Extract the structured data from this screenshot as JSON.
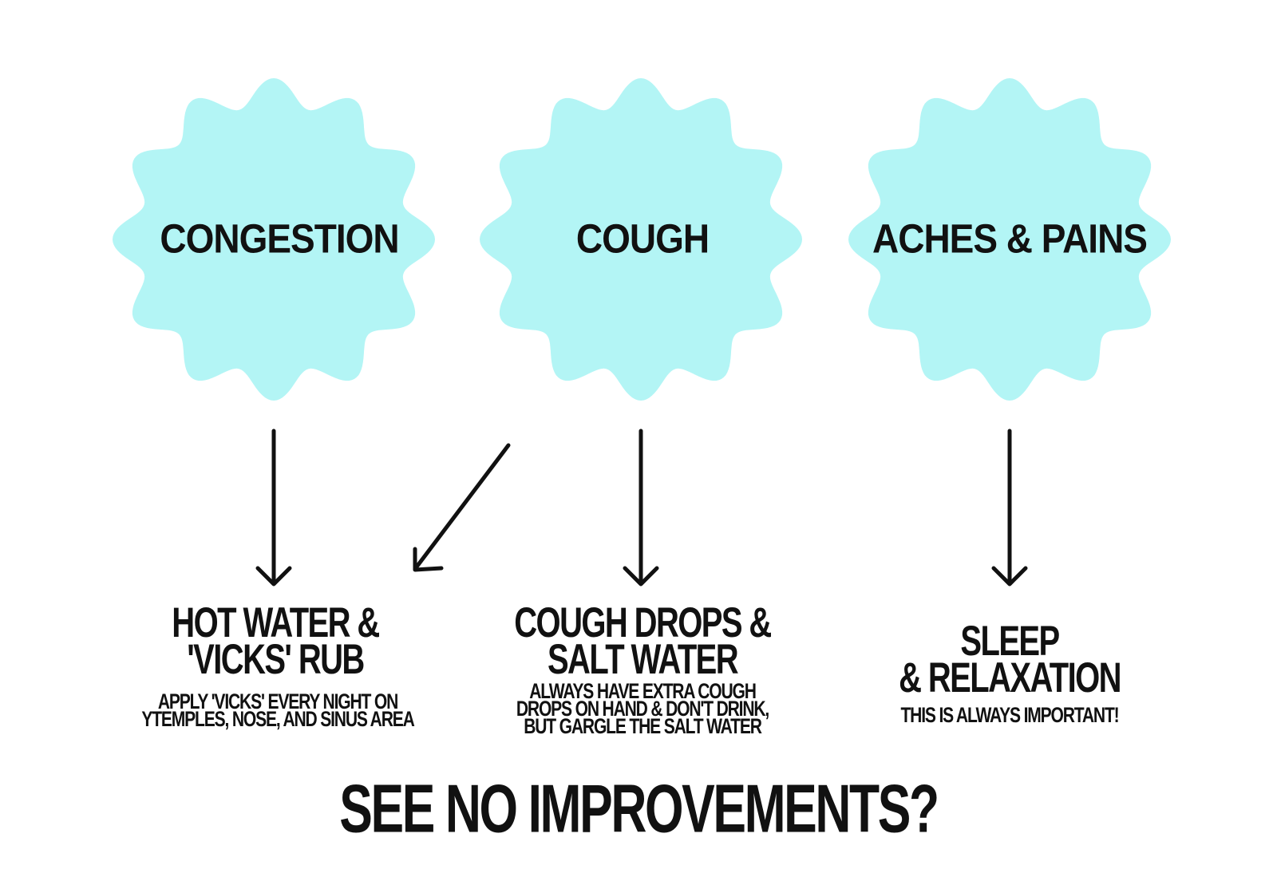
{
  "colors": {
    "blob": "#b3f5f5",
    "ink": "#111111",
    "background": "#ffffff"
  },
  "symptoms": [
    {
      "label": "CONGESTION"
    },
    {
      "label": "COUGH"
    },
    {
      "label": "ACHES & PAINS"
    }
  ],
  "remedies": [
    {
      "title_lines": [
        "HOT WATER &",
        "'VICKS' RUB"
      ],
      "note_lines": [
        "APPLY 'VICKS' EVERY NIGHT ON",
        "YTEMPLES, NOSE, AND SINUS AREA"
      ]
    },
    {
      "title_lines": [
        "COUGH DROPS &",
        "SALT WATER"
      ],
      "note_lines": [
        "ALWAYS HAVE EXTRA COUGH",
        "DROPS ON HAND & DON'T DRINK,",
        "BUT GARGLE THE SALT WATER"
      ]
    },
    {
      "title_lines": [
        "SLEEP",
        "& RELAXATION"
      ],
      "note_lines": [
        "THIS IS ALWAYS IMPORTANT!"
      ]
    }
  ],
  "footer": "SEE NO IMPROVEMENTS?"
}
